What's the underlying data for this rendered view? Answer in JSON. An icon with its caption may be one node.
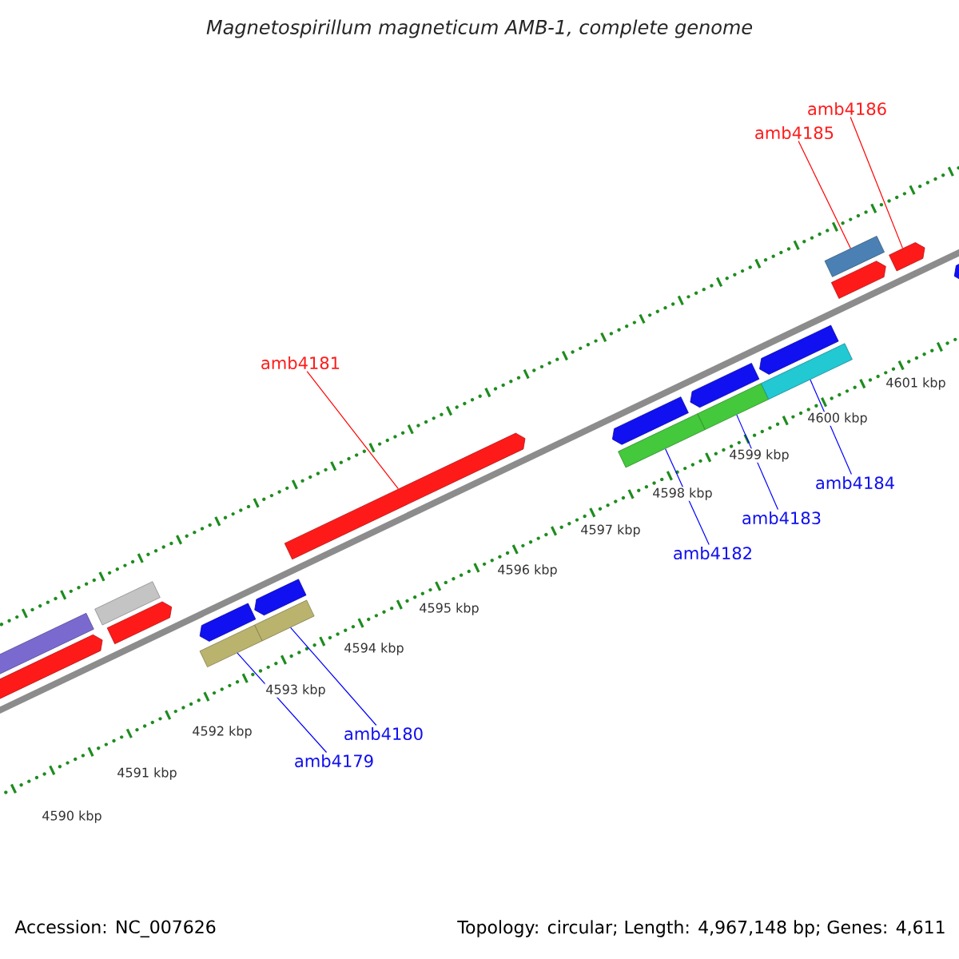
{
  "diagram": {
    "title": "Magnetospirillum magneticum AMB-1, complete genome",
    "nodes": [
      {
        "text": [
          "amb4186"
        ]
      },
      {
        "text": [
          "amb4185"
        ]
      },
      {
        "text": [
          "amb4181"
        ]
      },
      {
        "text": [
          "amb4184"
        ]
      },
      {
        "text": [
          "amb4183"
        ]
      },
      {
        "text": [
          "amb4182"
        ]
      },
      {
        "text": [
          "amb4180"
        ]
      },
      {
        "text": [
          "amb4179"
        ]
      },
      {
        "text": [],
        "shape": "bar"
      },
      {
        "text": [],
        "shape": "bar"
      },
      {
        "text": [],
        "shape": "bar"
      },
      {
        "text": [],
        "shape": "bar"
      },
      {
        "text": [],
        "shape": "bar"
      },
      {
        "text": [],
        "shape": "bar"
      },
      {
        "text": [],
        "shape": "bar"
      },
      {
        "text": [],
        "shape": "bar"
      },
      {
        "text": [],
        "shape": "bar"
      },
      {
        "text": [],
        "shape": "bar"
      },
      {
        "text": [],
        "shape": "bar"
      },
      {
        "text": [],
        "shape": "bar"
      },
      {
        "text": [],
        "shape": "bar"
      },
      {
        "text": [],
        "shape": "bar"
      },
      {
        "text": [],
        "shape": "bar"
      },
      {
        "text": [],
        "shape": "bar"
      },
      {
        "text": [],
        "shape": "bar"
      },
      {
        "text": [],
        "shape": "bar"
      },
      {
        "text": [],
        "shape": "bar"
      }
    ],
    "edges": [
      {
        "from": 0,
        "to": 25,
        "arrow": "none",
        "color": "#ff0000"
      },
      {
        "from": 1,
        "to": 24,
        "arrow": "none",
        "color": "#ff0000"
      },
      {
        "from": 2,
        "to": 16,
        "arrow": "none",
        "color": "#ff0000"
      },
      {
        "from": 3,
        "to": 22,
        "arrow": "none",
        "color": "#0000ff"
      },
      {
        "from": 4,
        "to": 20,
        "arrow": "none",
        "color": "#0000ff"
      },
      {
        "from": 5,
        "to": 18,
        "arrow": "none",
        "color": "#0000ff"
      },
      {
        "from": 6,
        "to": 14,
        "arrow": "none",
        "color": "#0000ff"
      },
      {
        "from": 7,
        "to": 12,
        "arrow": "none",
        "color": "#0000ff"
      }
    ],
    "labels": [
      "4590 kbp",
      "4591 kbp",
      "4592 kbp",
      "4593 kbp",
      "4594 kbp",
      "4595 kbp",
      "4596 kbp",
      "4597 kbp",
      "4598 kbp",
      "4599 kbp",
      "4600 kbp",
      "4601 kbp",
      "Accession: NC_007626",
      "Topology: circular; Length: 4,967,148 bp; Genes: 4,611"
    ]
  }
}
